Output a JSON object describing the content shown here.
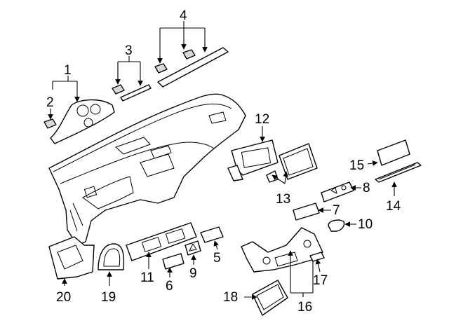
{
  "diagram": {
    "colors": {
      "ink": "#000000",
      "paper": "#ffffff",
      "shade": "#d8d8d8"
    },
    "callouts": [
      {
        "id": "1",
        "text": "1"
      },
      {
        "id": "2",
        "text": "2"
      },
      {
        "id": "3",
        "text": "3"
      },
      {
        "id": "4",
        "text": "4"
      },
      {
        "id": "5",
        "text": "5"
      },
      {
        "id": "6",
        "text": "6"
      },
      {
        "id": "7",
        "text": "7"
      },
      {
        "id": "8",
        "text": "8"
      },
      {
        "id": "9",
        "text": "9"
      },
      {
        "id": "10",
        "text": "10"
      },
      {
        "id": "11",
        "text": "11"
      },
      {
        "id": "12",
        "text": "12"
      },
      {
        "id": "13",
        "text": "13"
      },
      {
        "id": "14",
        "text": "14"
      },
      {
        "id": "15",
        "text": "15"
      },
      {
        "id": "16",
        "text": "16"
      },
      {
        "id": "17",
        "text": "17"
      },
      {
        "id": "18",
        "text": "18"
      },
      {
        "id": "19",
        "text": "19"
      },
      {
        "id": "20",
        "text": "20"
      }
    ]
  }
}
